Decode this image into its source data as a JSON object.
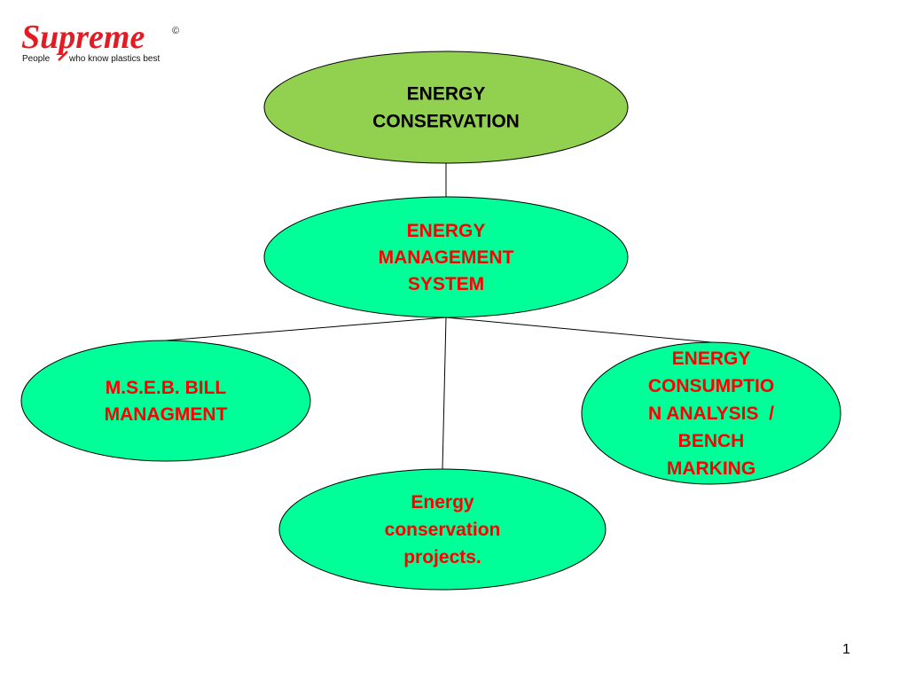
{
  "logo": {
    "brand": "Supreme",
    "tagline_left": "People",
    "tagline_right": "who know plastics best",
    "mark": "©",
    "brand_color": "#e31b23"
  },
  "nodes": {
    "root": {
      "lines": [
        "ENERGY",
        "CONSERVATION"
      ],
      "fill": "#92d050",
      "text_color": "#000000"
    },
    "ems": {
      "lines": [
        "ENERGY",
        "MANAGEMENT",
        "SYSTEM"
      ],
      "fill": "#00ff99",
      "text_color": "#ff0000"
    },
    "bill": {
      "lines": [
        "M.S.E.B. BILL",
        "MANAGMENT"
      ],
      "fill": "#00ff99",
      "text_color": "#ff0000"
    },
    "projects": {
      "lines": [
        "Energy",
        "conservation",
        "projects."
      ],
      "fill": "#00ff99",
      "text_color": "#ff0000"
    },
    "analysis": {
      "lines": [
        "ENERGY",
        "CONSUMPTIO",
        "N ANALYSIS  /",
        "BENCH",
        "MARKING"
      ],
      "fill": "#00ff99",
      "text_color": "#ff0000"
    }
  },
  "edges": [
    {
      "from": "root",
      "to": "ems"
    },
    {
      "from": "ems",
      "to": "bill"
    },
    {
      "from": "ems",
      "to": "projects"
    },
    {
      "from": "ems",
      "to": "analysis"
    }
  ],
  "page_number": "1"
}
